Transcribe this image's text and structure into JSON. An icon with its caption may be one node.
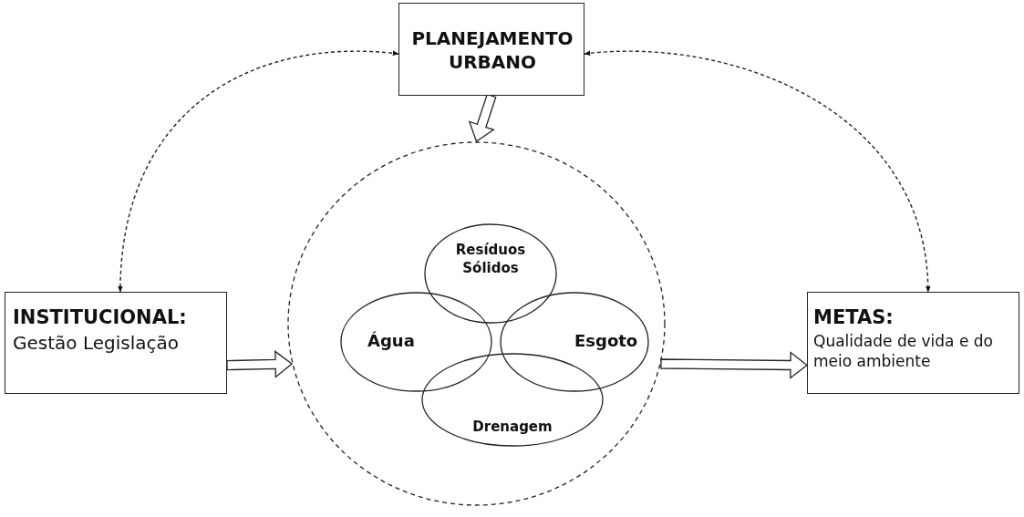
{
  "diagram": {
    "nodes": [
      {
        "text": [
          "PLANEJAMENTO URBANO"
        ]
      },
      {
        "text": [
          "INSTITUCIONAL:",
          "Gestão Legislação"
        ]
      },
      {
        "text": [],
        "shape": "circle"
      },
      {
        "text": [
          "Resíduos Sólidos"
        ],
        "in": 2
      },
      {
        "text": [
          "Água"
        ],
        "in": 2
      },
      {
        "text": [
          "Esgoto"
        ],
        "in": 2
      },
      {
        "text": [
          "Drenagem"
        ],
        "in": 2
      },
      {
        "text": [
          "METAS:",
          "Qualidade de vida e do meio ambiente"
        ]
      }
    ],
    "edges": [
      {
        "from": 0,
        "to": 1,
        "arrow": "both",
        "style": "dashed"
      },
      {
        "from": 0,
        "to": 7,
        "arrow": "both",
        "style": "dashed"
      },
      {
        "from": 0,
        "to": 2,
        "arrow": "to"
      },
      {
        "from": 1,
        "to": 2,
        "arrow": "to"
      },
      {
        "from": 2,
        "to": 7,
        "arrow": "to"
      }
    ]
  }
}
